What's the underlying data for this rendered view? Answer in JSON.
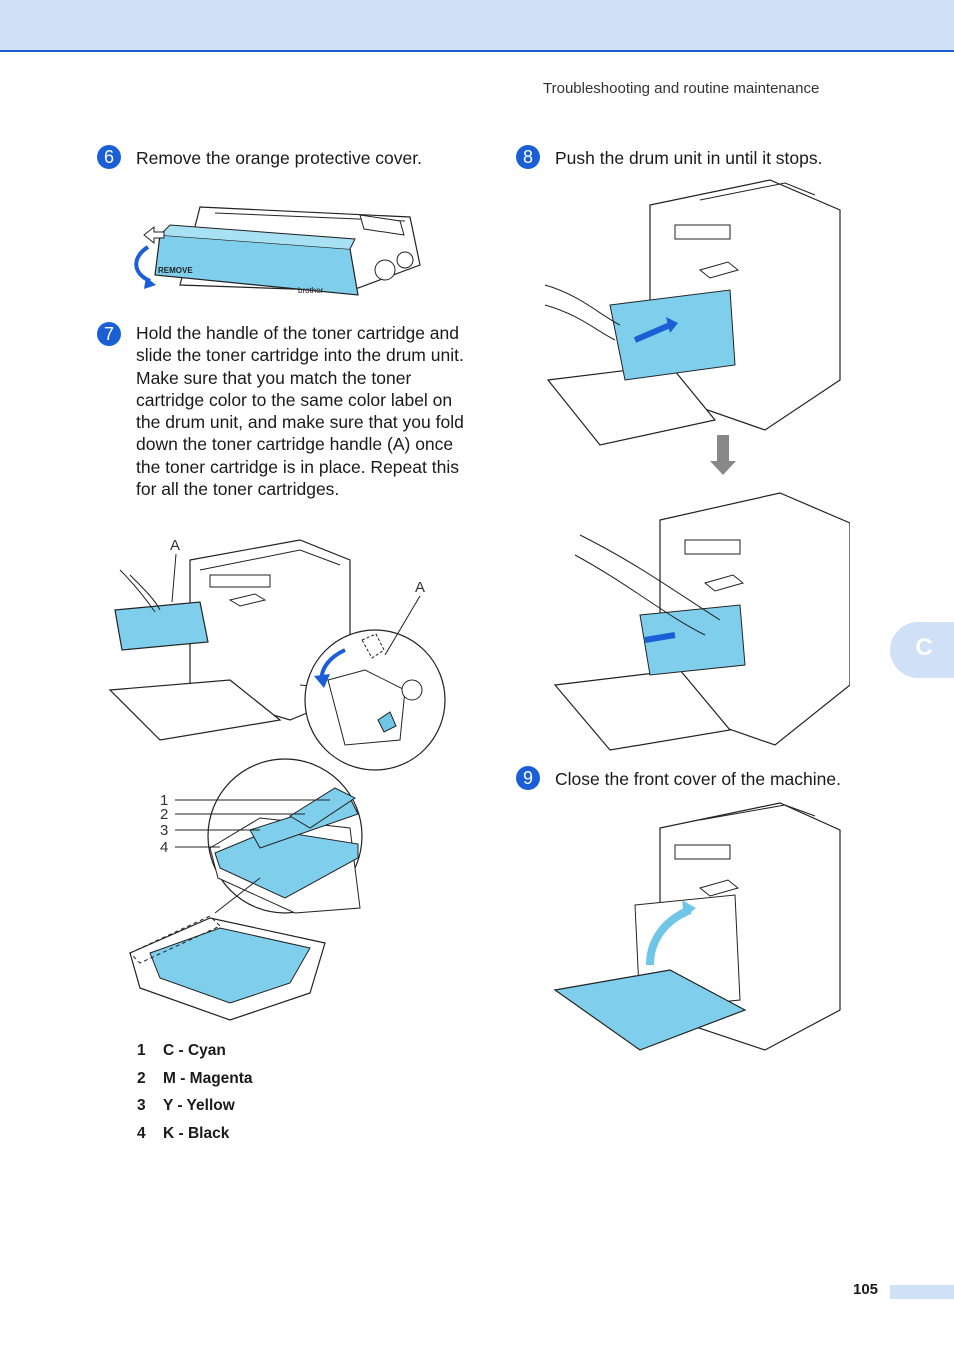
{
  "header": {
    "running_title": "Troubleshooting and routine maintenance"
  },
  "steps": [
    {
      "num": "6",
      "text": "Remove the orange protective cover."
    },
    {
      "num": "7",
      "text": "Hold the handle of the toner cartridge and slide the toner cartridge into the drum unit. Make sure that you match the toner cartridge color to the same color label on the drum unit, and make sure that you fold down the toner cartridge handle (A) once the toner cartridge is in place. Repeat this for all the toner cartridges."
    },
    {
      "num": "8",
      "text": "Push the drum unit in until it stops."
    },
    {
      "num": "9",
      "text": "Close the front cover of the machine."
    }
  ],
  "figure_labels": {
    "callout_a": "A",
    "cartridge_label": "REMOVE",
    "brand": "brother",
    "callouts": [
      "1",
      "2",
      "3",
      "4"
    ]
  },
  "legend": [
    {
      "num": "1",
      "label": "C - Cyan"
    },
    {
      "num": "2",
      "label": "M - Magenta"
    },
    {
      "num": "3",
      "label": "Y - Yellow"
    },
    {
      "num": "4",
      "label": "K - Black"
    }
  ],
  "side_tab": {
    "label": "C"
  },
  "footer": {
    "page_number": "105"
  },
  "colors": {
    "accent_blue": "#1b5fd6",
    "band_blue": "#cfe0f7",
    "highlight_cyan": "#6fc6e6"
  }
}
